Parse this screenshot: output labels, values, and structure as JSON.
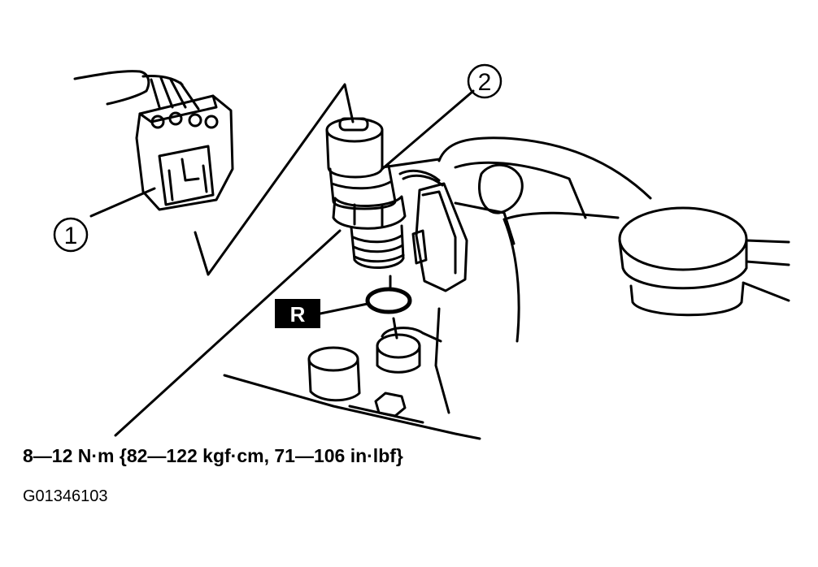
{
  "callouts": [
    {
      "number": "1",
      "target": "connector"
    },
    {
      "number": "2",
      "target": "oil-pressure-switch"
    }
  ],
  "badge": {
    "label": "R"
  },
  "torque_spec": "8—12 N·m {82—122 kgf·cm, 71—106 in·lbf}",
  "figure_code": "G01346103",
  "colors": {
    "ink": "#000000",
    "paper": "#ffffff"
  }
}
